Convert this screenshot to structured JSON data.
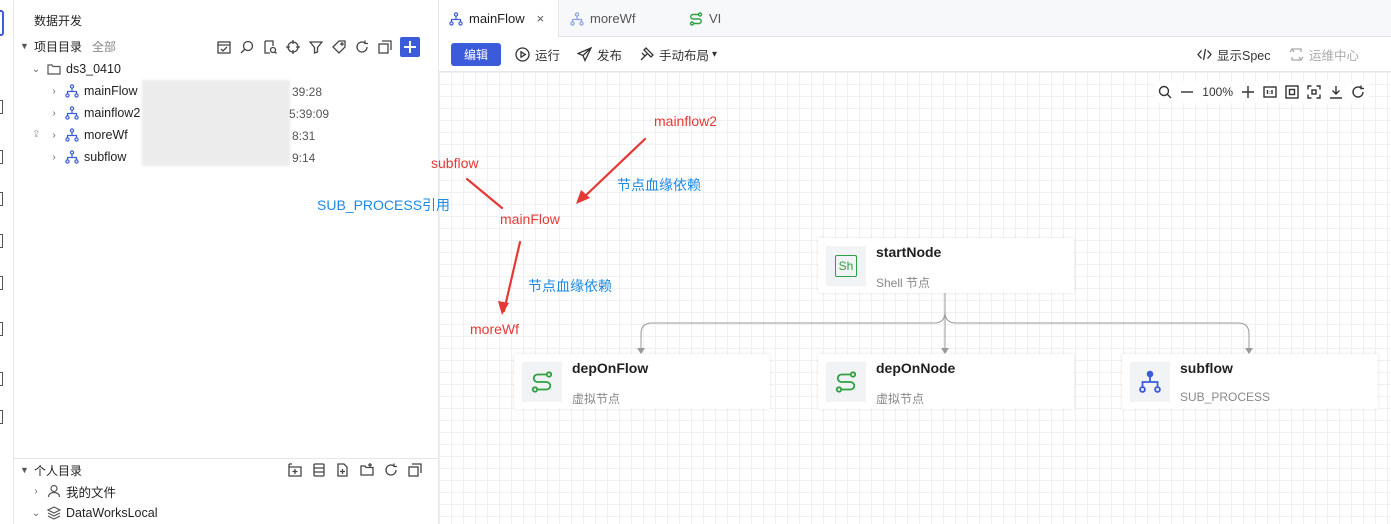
{
  "panel": {
    "title": "数据开发",
    "project": {
      "label": "项目目录",
      "filter": "全部"
    },
    "folder": "ds3_0410",
    "items": [
      {
        "name": "mainFlow",
        "time": "39:28"
      },
      {
        "name": "mainflow2",
        "time": "5:39:09"
      },
      {
        "name": "moreWf",
        "time": "8:31"
      },
      {
        "name": "subflow",
        "time": "9:14"
      }
    ],
    "personal": {
      "label": "个人目录"
    },
    "personal_items": [
      {
        "name": "我的文件"
      },
      {
        "name": "DataWorksLocal"
      }
    ]
  },
  "tabs": [
    {
      "label": "mainFlow",
      "close": "×"
    },
    {
      "label": "moreWf"
    },
    {
      "label": "VI"
    }
  ],
  "toolbar": {
    "edit": "编辑",
    "run": "运行",
    "publish": "发布",
    "layout": "手动布局",
    "spec": "显示Spec",
    "ops": "运维中心"
  },
  "zoom": "100%",
  "nodes": [
    {
      "title": "startNode",
      "subtitle": "Shell 节点",
      "badge": "Sh"
    },
    {
      "title": "depOnFlow",
      "subtitle": "虚拟节点"
    },
    {
      "title": "depOnNode",
      "subtitle": "虚拟节点"
    },
    {
      "title": "subflow",
      "subtitle": "SUB_PROCESS"
    }
  ],
  "annotations": {
    "mainflow2": "mainflow2",
    "subflow": "subflow",
    "lineage1": "节点血缘依赖",
    "subprocess_ref": "SUB_PROCESS引用",
    "mainflow": "mainFlow",
    "lineage2": "节点血缘依赖",
    "moreWf": "moreWf"
  },
  "colors": {
    "accent": "#3b5bdb",
    "annotation_red": "#e53935",
    "annotation_blue": "#1e88e5",
    "green": "#2ea043"
  }
}
